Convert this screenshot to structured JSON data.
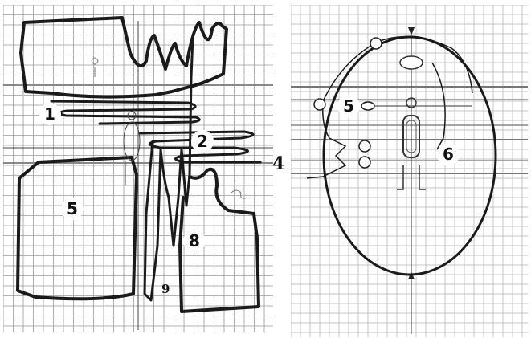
{
  "colors": {
    "grid": "#9a9a9a",
    "ink": "#1a1a1a",
    "paper": "#ffffff"
  },
  "left_panel": {
    "labels": {
      "region_1": "1",
      "region_2": "2",
      "region_5": "5",
      "region_8": "8",
      "mark_9": "9",
      "mark_4": "4"
    }
  },
  "right_panel": {
    "labels": {
      "region_5": "5",
      "region_6": "6"
    }
  }
}
